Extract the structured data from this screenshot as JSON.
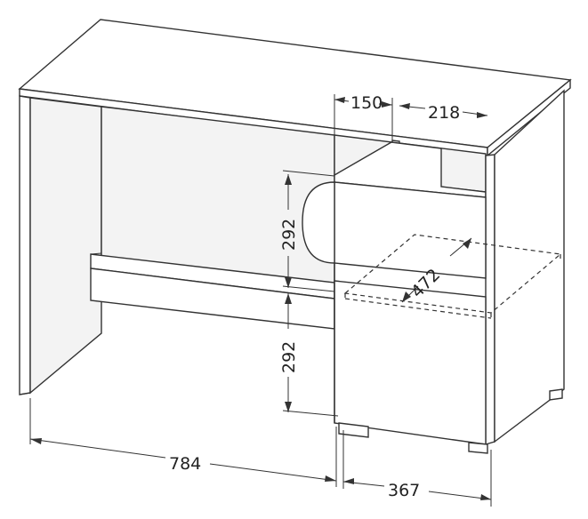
{
  "dimensions": {
    "top_left_depth": "150",
    "top_right_width": "218",
    "drawer_upper_height": "292",
    "drawer_lower_height": "292",
    "shelf_diagonal": "472",
    "desk_width": "784",
    "cabinet_depth": "367"
  },
  "colors": {
    "line": "#333333",
    "background": "#ffffff"
  }
}
